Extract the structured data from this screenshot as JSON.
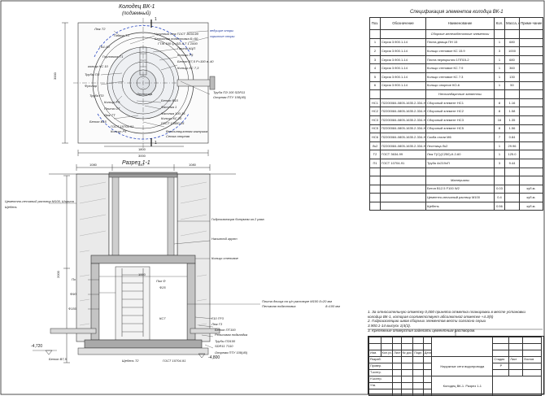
{
  "plan_title": "Колодец ВК-1",
  "plan_subtitle": "(подземный)",
  "section_title": "Разрез 1-1",
  "plan": {
    "dim_left": "3000",
    "dim_bottom": "3000",
    "dim_bottom2": "1800",
    "mark_section": "1",
    "callouts": [
      "Люк Т2",
      "Плита Т3",
      "Чугунный люк ГОСТ 3634-99",
      "Бетонная подготовка Б=50",
      "ГТЖ 100 Q=SD-5 Т 1 1000",
      "Пз1-60",
      "Плита КЦП",
      "Кольцо Р5",
      "Бетон В7,5 Р=100 в..40",
      "Горловина Т1",
      "Кольцо КС 7,3",
      "Трубы ПЗ",
      "Футляр",
      "Бетон В15",
      "Фасонка 1",
      "Фасонка 100-15",
      "Кольцо КС 10",
      "ГОСТ 13580-85",
      "Кольцо Р5",
      "Плита ОТ",
      "Люк ТТ",
      "ГОСТ 10704-91",
      "Кольцо Р5",
      "Бетон В15",
      "Труба ПЗ",
      "Лестница",
      "Вентиляционная заглушка",
      "Труба ПЭ 100 SDR11",
      "Опорная ПТУ 108(40)",
      "ведущие опоры",
      "скрытые опоры",
      "Сетка опорная",
      "кольцо КС 10"
    ]
  },
  "section": {
    "dims_top": [
      "1080",
      "840",
      "1080"
    ],
    "dim_inner": "1000",
    "dim_depth": "2000",
    "level_left": "-4,720",
    "level_bottom": "-4,800",
    "left_label": "Цементно-песчаный раствор М100, Ширина",
    "left_label2": "Щебень",
    "callouts_right": [
      "Гидроизоляция битумом за 2 раза",
      "Насыпной грунт",
      "Кольцо стеновое",
      "Пол Ф",
      "Плита днища ПН15 Ф=20 мм",
      "Песчаная подготовка",
      "Г10 ГР3",
      "Люк Г3",
      "Бетон ПТ100",
      "Рельсовая подкладка",
      "Трубы ПЭ100",
      "SDR11 Т110",
      "Опорная ПТУ 108(40)"
    ],
    "callouts_left": [
      "Пз",
      "Кольцо Р",
      "Бетон В15 Ф=60 мм",
      "Кольцо С",
      "Подводная Т2",
      "Ф90",
      "Ф150",
      "Кольцо Р4",
      "Ф25",
      "КС7",
      "Бетон"
    ],
    "pipe_label": "Плита днища на ц/п растворе М100 δ=20 мм",
    "pipe_label2": "Песчаная подготовка",
    "pipe_label3": "δ=100 мм",
    "bottom_label": "Бетон В7,5",
    "bottom_label2": "Щебень Т2",
    "bottom_label3": "ГОСТ 10704-91"
  },
  "spec": {
    "title": "Спецификация элементов колодца ВК-1",
    "headers": [
      "Поз.",
      "Обозначение",
      "Наименование",
      "Кол.",
      "Масса, ед. кг",
      "Приме-чание"
    ],
    "section1": "Сборные железобетонные элементы",
    "rows1": [
      {
        "pos": "1",
        "code": "Серия 3.900.1-14",
        "name": "Плита днища ПН 15",
        "qty": "1",
        "mass": "680",
        "note": ""
      },
      {
        "pos": "2",
        "code": "Серия 3.900.1-14",
        "name": "Кольцо стеновое КС 15.9",
        "qty": "3",
        "mass": "1000",
        "note": ""
      },
      {
        "pos": "3",
        "code": "Серия 3.900.1-14",
        "name": "Плита перекрытия 1ПП15-2",
        "qty": "1",
        "mass": "680",
        "note": ""
      },
      {
        "pos": "4",
        "code": "Серия 3.900.1-14",
        "name": "Кольцо стеновое КС 7.9",
        "qty": "1",
        "mass": "360",
        "note": ""
      },
      {
        "pos": "5",
        "code": "Серия 3.900.1-14",
        "name": "Кольцо стеновое КС 7.3",
        "qty": "1",
        "mass": "130",
        "note": ""
      },
      {
        "pos": "6",
        "code": "Серия 3.900.1-14",
        "name": "Кольцо опорное КО-6",
        "qty": "1",
        "mass": "50",
        "note": ""
      }
    ],
    "section2": "Нестандартные элементы",
    "rows2": [
      {
        "pos": "НС1",
        "code": "П2200084-0805-1635.2-334-НВК",
        "name": "Сбороный элемент НС1",
        "qty": "8",
        "mass": "1.16",
        "note": ""
      },
      {
        "pos": "НС2",
        "code": "П2200084-0805-1635.2-334-НВК",
        "name": "Сбороный элемент НС2",
        "qty": "8",
        "mass": "1.58",
        "note": ""
      },
      {
        "pos": "НС3",
        "code": "П2200084-0805-1635.2-334-НВК",
        "name": "Сбороный элемент НС3",
        "qty": "16",
        "mass": "1.35",
        "note": ""
      },
      {
        "pos": "НС5",
        "code": "П2200084-0805-1635.2-334-НВК",
        "name": "Сбороный элемент НС5",
        "qty": "8",
        "mass": "1.56",
        "note": ""
      },
      {
        "pos": "НС6",
        "code": "П2200084-0805-1635.2-334-НВК",
        "name": "Скоба стали М6",
        "qty": "7",
        "mass": "0.84",
        "note": ""
      },
      {
        "pos": "Лк2",
        "code": "П2200084-0805-1635.2-334-НВК",
        "name": "Лестница Лк2",
        "qty": "1",
        "mass": "29.96",
        "note": ""
      },
      {
        "pos": "Т2",
        "code": "ГОСТ 3634-99",
        "name": "Люк Т(С)(С250)-К.2-60",
        "qty": "1",
        "mass": "125.0",
        "note": ""
      },
      {
        "pos": "П1",
        "code": "ГОСТ 10704-91",
        "name": "Труба 4х219хП",
        "qty": "3",
        "mass": "9.44",
        "note": ""
      }
    ],
    "section3": "Материалы",
    "rows3": [
      {
        "pos": "",
        "code": "",
        "name": "Бетон В12.5 F100 W2",
        "qty": "0.03",
        "mass": "",
        "note": "куб.м."
      },
      {
        "pos": "",
        "code": "",
        "name": "Цементно-песчаный раствор М100",
        "qty": "0.4",
        "mass": "",
        "note": "куб.м."
      },
      {
        "pos": "",
        "code": "",
        "name": "Щебень",
        "qty": "0.56",
        "mass": "",
        "note": "куб.м."
      }
    ]
  },
  "notes": [
    "1. За относительную отметку 0,000 принята отметка планировки в месте установки",
    "колодца ВК-1, которая соответствует абсолютной отметке +4.3(5)",
    "2. Гидроизоляцию швов сборных элементов вести согласно серии",
    "3.900.1-14 выпуск 1(4(3).",
    "3. Крепежные отверстия заделать цементным раствором."
  ],
  "stamp": {
    "rows": [
      [
        "Изм.",
        "Кол.уч.",
        "Лист",
        "№ док.",
        "Подп.",
        "Дата"
      ],
      [
        "Разраб.",
        "",
        "",
        "",
        "",
        ""
      ],
      [
        "Провер.",
        "",
        "",
        "",
        "",
        ""
      ],
      [
        "Т.контр.",
        "",
        "",
        "",
        "",
        ""
      ],
      [
        "Н.контр.",
        "",
        "",
        "",
        "",
        ""
      ],
      [
        "Утв.",
        "",
        "",
        "",
        "",
        ""
      ]
    ],
    "title1": "Наружные сети водопровода",
    "stage_h": "Стадия",
    "sheet_h": "Лист",
    "sheets_h": "Листов",
    "stage": "Р",
    "title2": "Колодец ВК-1. Разрез 1-1"
  }
}
